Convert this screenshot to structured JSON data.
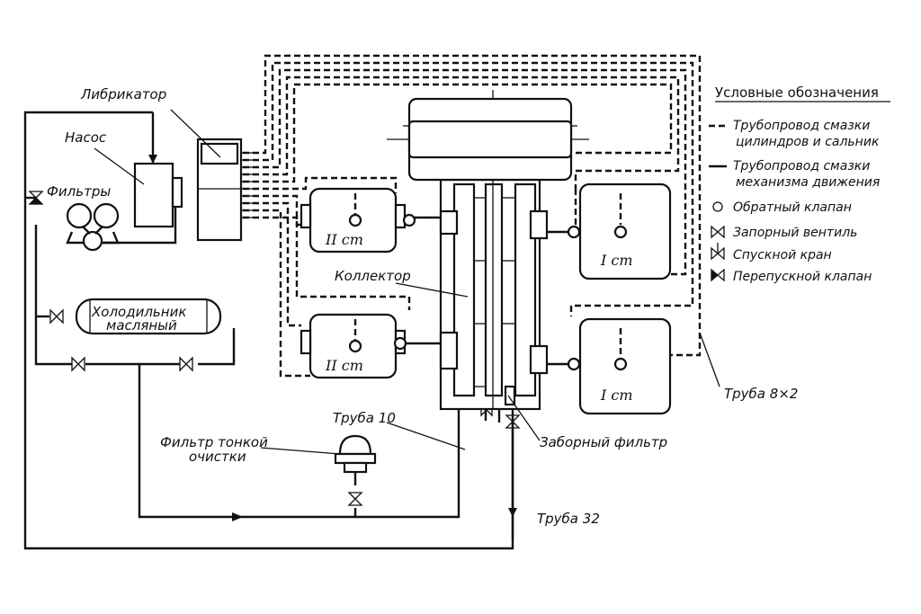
{
  "labels": {
    "lubricator": "Либрикатор",
    "pump": "Насос",
    "filters": "Фильтры",
    "cooler_line1": "Холодильник",
    "cooler_line2": "масляный",
    "collector": "Коллектор",
    "pipe10": "Труба 10",
    "fine_filter_line1": "Фильтр тонкой",
    "fine_filter_line2": "очистки",
    "intake_filter": "Заборный фильтр",
    "pipe32": "Труба 32",
    "pipe8x2": "Труба 8×2",
    "stage2_upper": "II ст",
    "stage2_lower": "II ст",
    "stage1_upper": "I ст",
    "stage1_lower": "I ст"
  },
  "legend": {
    "title": "Условные обозначения",
    "item1_line1": "Трубопровод смазки",
    "item1_line2": "цилиндров и сальник",
    "item2_line1": "Трубопровод  смазки",
    "item2_line2": "механизма движения",
    "item3": "Обратный клапан",
    "item4": "Запорный вентиль",
    "item5": "Спускной  кран",
    "item6": "Перепускной клапан"
  }
}
